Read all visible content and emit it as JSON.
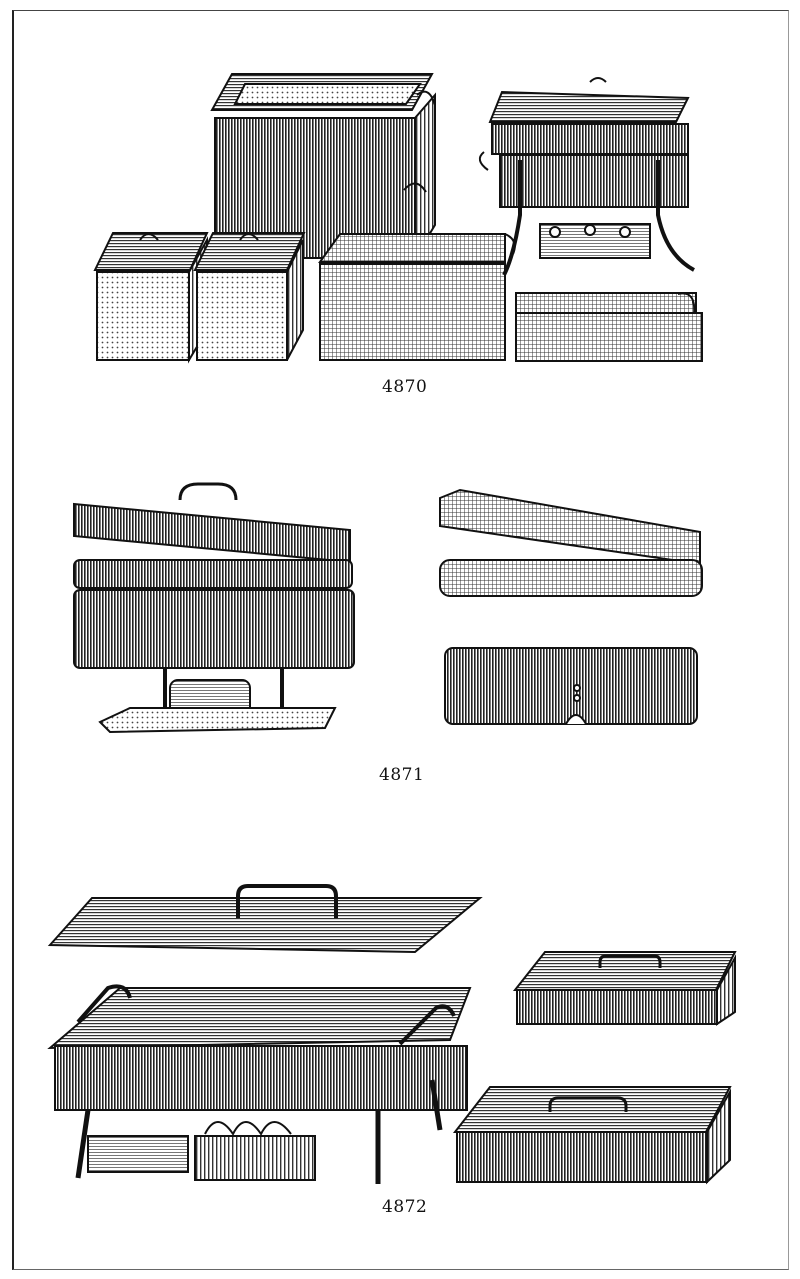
{
  "plate": {
    "figures": [
      {
        "number": "4870"
      },
      {
        "number": "4871"
      },
      {
        "number": "4872"
      }
    ]
  }
}
